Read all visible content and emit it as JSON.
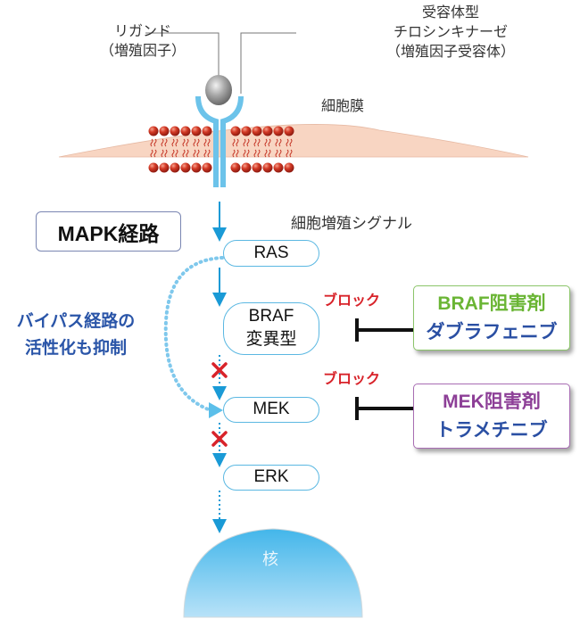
{
  "labels": {
    "ligand": [
      "リガンド",
      "（増殖因子）"
    ],
    "receptor": [
      "受容体型",
      "チロシンキナーゼ",
      "（増殖因子受容体）"
    ],
    "membrane": "細胞膜",
    "signal": "細胞増殖シグナル",
    "pathway_title": "MAPK経路",
    "bypass": [
      "バイパス経路の",
      "活性化も抑制"
    ],
    "nucleus": "核"
  },
  "nodes": {
    "ras": "RAS",
    "braf": [
      "BRAF",
      "変異型"
    ],
    "mek": "MEK",
    "erk": "ERK"
  },
  "blocks": {
    "braf_block": "ブロック",
    "mek_block": "ブロック"
  },
  "drugs": {
    "braf_inhibitor": {
      "title": "BRAF阻害剤",
      "name": "ダブラフェニブ"
    },
    "mek_inhibitor": {
      "title": "MEK阻害剤",
      "name": "トラメチニブ"
    }
  },
  "colors": {
    "arrow_blue": "#1a9ad6",
    "node_border": "#5bb8e2",
    "block_red": "#d8232a",
    "braf_green": "#6ab534",
    "mek_purple": "#8d3f97",
    "drug_name_blue": "#2a4fa3",
    "membrane_fill": "#f8d5c2",
    "lipid_red": "#c0291b",
    "receptor_blue": "#6cc3ea",
    "nucleus_blue": "#5bbfea"
  }
}
